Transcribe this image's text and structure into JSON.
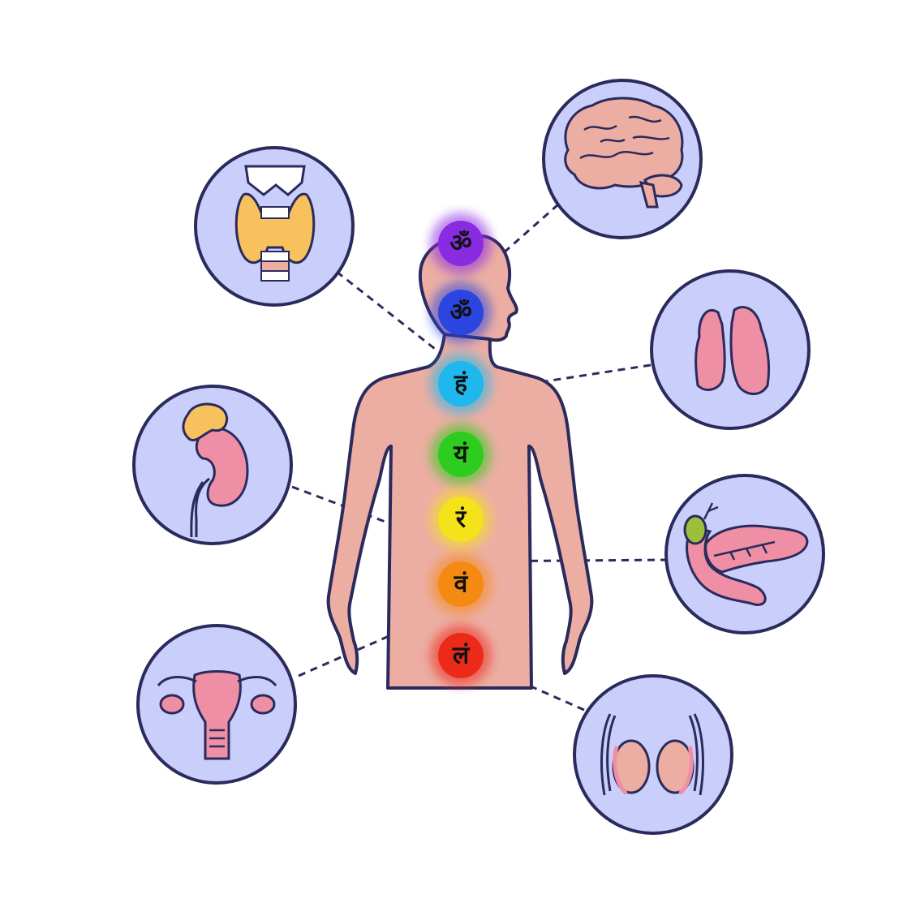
{
  "colors": {
    "background": "#ffffff",
    "outline": "#2b2a5c",
    "circle_fill": "#c9cffa",
    "skin": "#ecaea3",
    "gland_pink": "#ef8fa6",
    "gland_yellow": "#f7c15e",
    "gallbladder_green": "#9bbf3a"
  },
  "chakras": [
    {
      "syllable": "ॐ",
      "color": "#8a2be2"
    },
    {
      "syllable": "ॐ",
      "color": "#2b45e0"
    },
    {
      "syllable": "हं",
      "color": "#1fb8ec"
    },
    {
      "syllable": "यं",
      "color": "#2ecc1f"
    },
    {
      "syllable": "रं",
      "color": "#f4e21a"
    },
    {
      "syllable": "वं",
      "color": "#f58a12"
    },
    {
      "syllable": "लं",
      "color": "#ec2a1a"
    }
  ],
  "glands": [
    {
      "name": "thyroid"
    },
    {
      "name": "brain"
    },
    {
      "name": "thymus"
    },
    {
      "name": "kidney-adrenal"
    },
    {
      "name": "pancreas"
    },
    {
      "name": "uterus-ovaries"
    },
    {
      "name": "testes"
    }
  ]
}
